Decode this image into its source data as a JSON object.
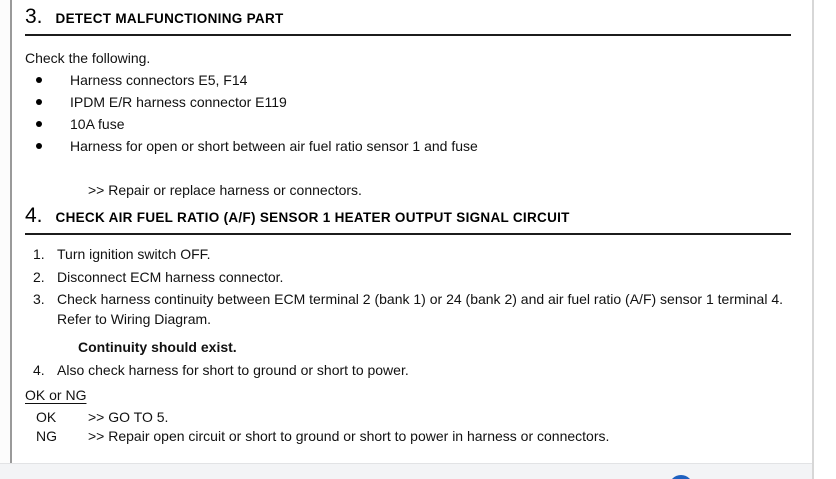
{
  "document": {
    "section3": {
      "number": "3.",
      "title": "DETECT MALFUNCTIONING PART",
      "intro": "Check the following.",
      "bullets": [
        "Harness connectors E5, F14",
        "IPDM E/R harness connector E119",
        "10A fuse",
        "Harness for open or short between air fuel ratio sensor 1 and fuse"
      ],
      "action": ">> Repair or replace harness or connectors."
    },
    "section4": {
      "number": "4.",
      "title": "CHECK AIR FUEL RATIO (A/F) SENSOR 1 HEATER OUTPUT SIGNAL CIRCUIT",
      "steps": [
        {
          "num": "1.",
          "text": "Turn ignition switch OFF."
        },
        {
          "num": "2.",
          "text": "Disconnect ECM harness connector."
        },
        {
          "num": "3.",
          "text": "Check harness continuity between ECM terminal 2 (bank 1) or 24 (bank 2) and air fuel ratio (A/F) sensor 1 terminal 4.",
          "note": "Refer to Wiring Diagram."
        }
      ],
      "spec": "Continuity should exist.",
      "step4": {
        "num": "4.",
        "text": "Also check harness for short to ground or short to power."
      },
      "decision_label": "OK or NG",
      "results": [
        {
          "label": "OK",
          "instruction": ">> GO TO 5."
        },
        {
          "label": "NG",
          "instruction": ">> Repair open circuit or short to ground or short to power in harness or connectors."
        }
      ]
    }
  },
  "colors": {
    "fab_blue": "#1f61c0",
    "rule_dark": "#1c1c1c",
    "bottom_bar_bg": "#f3f4f6"
  }
}
